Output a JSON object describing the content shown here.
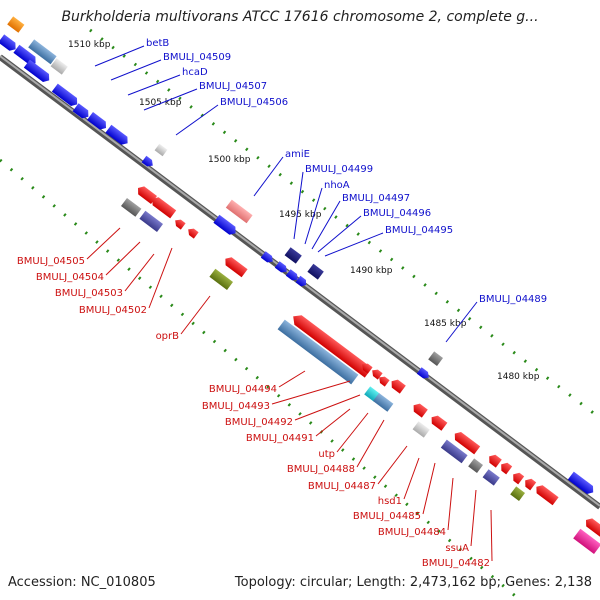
{
  "title": "Burkholderia multivorans ATCC 17616 chromosome 2, complete g...",
  "footer": {
    "accession": "Accession: NC_010805",
    "stats": "Topology: circular; Length: 2,473,162 bp; Genes: 2,138"
  },
  "colors": {
    "backbone": "#777777",
    "tick": "#2a8a1a",
    "forward_label": "#1010cc",
    "reverse_label": "#cc1010",
    "forward_cds": "#1a1aee",
    "reverse_cds": "#ee1111"
  },
  "scale_labels": [
    "1510 kbp",
    "1505 kbp",
    "1500 kbp",
    "1495 kbp",
    "1490 kbp",
    "1485 kbp",
    "1480 kbp"
  ],
  "forward_labels": [
    "betB",
    "BMULJ_04509",
    "hcaD",
    "BMULJ_04507",
    "BMULJ_04506",
    "amiE",
    "BMULJ_04499",
    "nhoA",
    "BMULJ_04497",
    "BMULJ_04496",
    "BMULJ_04495",
    "BMULJ_04489"
  ],
  "reverse_labels": [
    "BMULJ_04505",
    "BMULJ_04504",
    "BMULJ_04503",
    "BMULJ_04502",
    "oprB",
    "BMULJ_04494",
    "BMULJ_04493",
    "BMULJ_04492",
    "BMULJ_04491",
    "utp",
    "BMULJ_04488",
    "BMULJ_04487",
    "hsd1",
    "BMULJ_04485",
    "BMULJ_04484",
    "ssuA",
    "BMULJ_04482"
  ]
}
